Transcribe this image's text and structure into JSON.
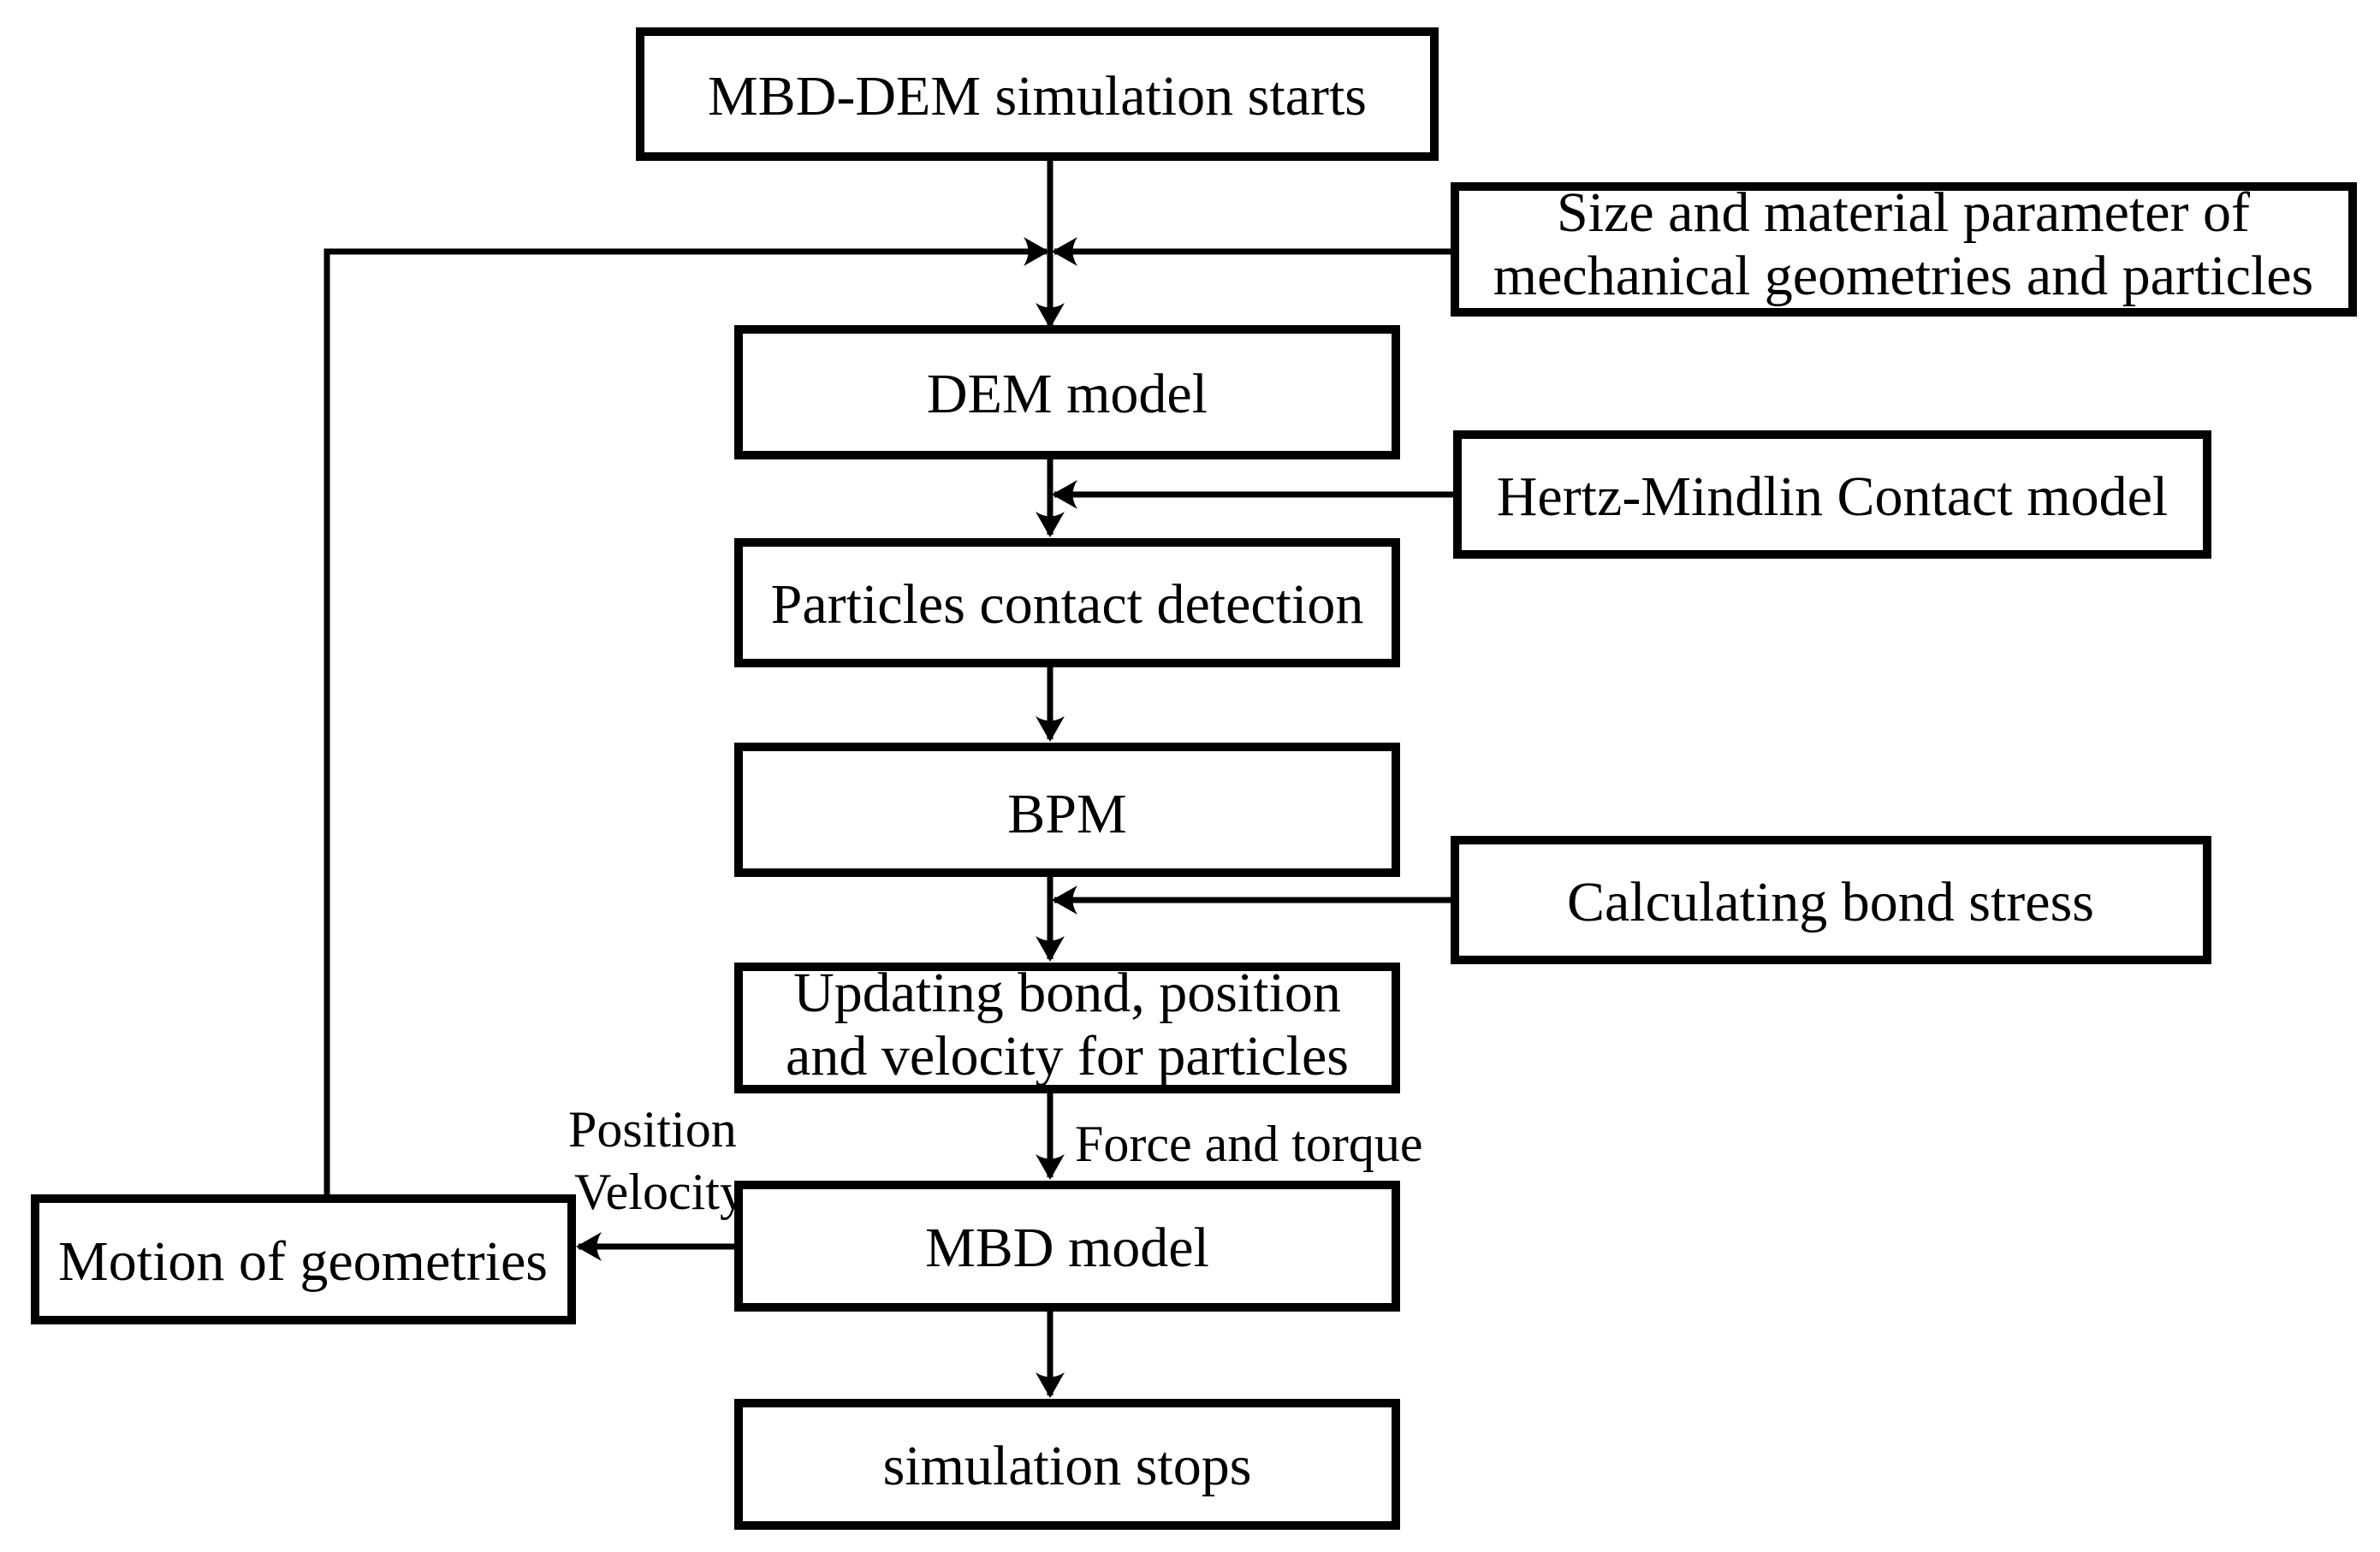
{
  "colors": {
    "ink": "#000000",
    "paper": "#ffffff"
  },
  "nodes": {
    "start": {
      "label": "MBD-DEM simulation starts"
    },
    "size_param": {
      "line1": "Size and material parameter of",
      "line2": "mechanical geometries and particles"
    },
    "dem": {
      "label": "DEM model"
    },
    "hertz": {
      "label": "Hertz-Mindlin Contact model"
    },
    "contact": {
      "label": "Particles contact detection"
    },
    "bpm": {
      "label": "BPM"
    },
    "calc_bond": {
      "label": "Calculating bond stress"
    },
    "updating": {
      "line1": "Updating bond, position",
      "line2": "and velocity for particles"
    },
    "mbd": {
      "label": "MBD model"
    },
    "motion": {
      "label": "Motion of geometries"
    },
    "stops": {
      "label": "simulation stops"
    }
  },
  "edge_labels": {
    "force_torque": "Force and torque",
    "position": "Position",
    "velocity": "Velocity"
  }
}
